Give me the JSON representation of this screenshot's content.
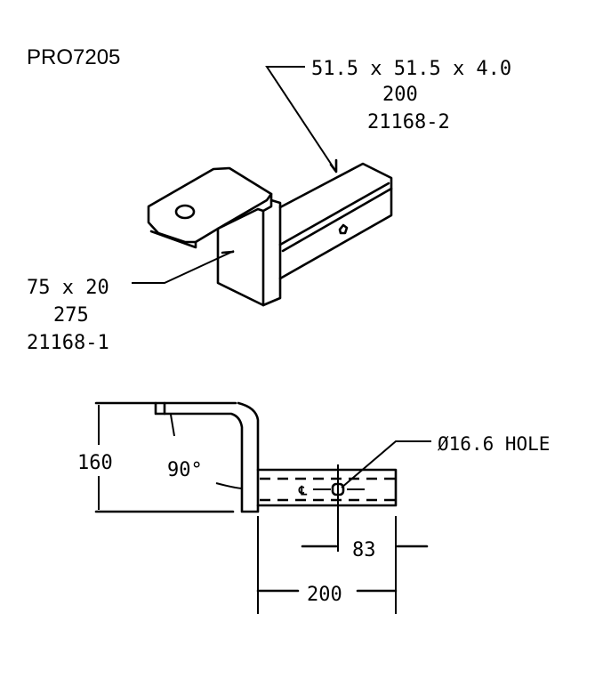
{
  "title": "PRO7205",
  "tube_callout": {
    "size": "51.5 x 51.5 x 4.0",
    "length": "200",
    "part": "21168-2"
  },
  "plate_callout": {
    "size": "75 x 20",
    "length": "275",
    "part": "21168-1"
  },
  "side_view": {
    "height_dim": "160",
    "angle": "90°",
    "hole_callout": "Ø16.6 HOLE",
    "hole_offset_dim": "83",
    "tube_length_dim": "200"
  }
}
